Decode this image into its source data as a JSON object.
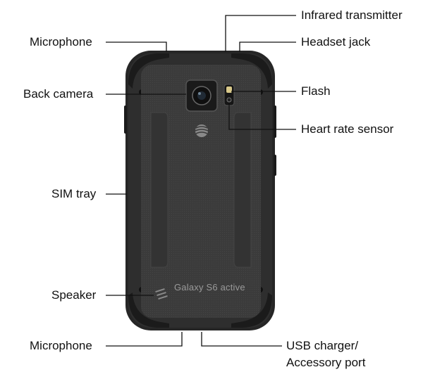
{
  "labels": {
    "microphone_top": "Microphone",
    "back_camera": "Back camera",
    "sim_tray": "SIM tray",
    "speaker": "Speaker",
    "microphone_bottom": "Microphone",
    "infrared_transmitter": "Infrared transmitter",
    "headset_jack": "Headset jack",
    "flash": "Flash",
    "heart_rate_sensor": "Heart rate sensor",
    "usb_line1": "USB charger/",
    "usb_line2": "Accessory port"
  },
  "device": {
    "brand_text": "Galaxy S6 active",
    "body_color": "#2b2b2b",
    "panel_color": "#3a3a3a"
  }
}
